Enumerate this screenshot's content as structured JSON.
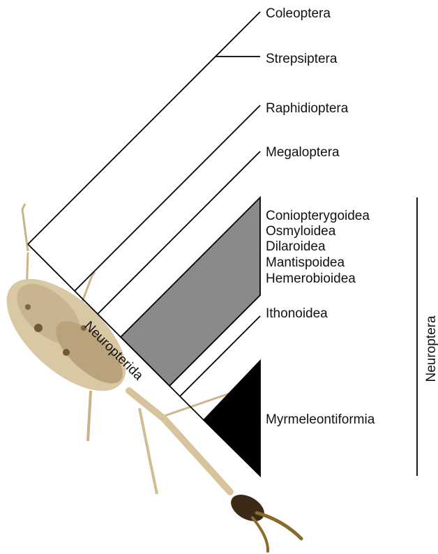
{
  "tree": {
    "taxa": [
      {
        "key": "coleoptera",
        "label": "Coleoptera"
      },
      {
        "key": "strepsiptera",
        "label": "Strepsiptera"
      },
      {
        "key": "raphidioptera",
        "label": "Raphidioptera"
      },
      {
        "key": "megaloptera",
        "label": "Megaloptera"
      },
      {
        "key": "coniopterygoidea",
        "label": "Coniopterygoidea"
      },
      {
        "key": "osmyloidea",
        "label": "Osmyloidea"
      },
      {
        "key": "dilaroidea",
        "label": "Dilaroidea"
      },
      {
        "key": "mantispoidea",
        "label": "Mantispoidea"
      },
      {
        "key": "hemerobioidea",
        "label": "Hemerobioidea"
      },
      {
        "key": "ithonoidea",
        "label": "Ithonoidea"
      },
      {
        "key": "myrmeleontiformia",
        "label": "Myrmeleontiformia"
      }
    ],
    "clade_labels": {
      "neuropterida": "Neuropterida",
      "neuroptera": "Neuroptera"
    },
    "colors": {
      "branch": "#000000",
      "collapsed_clade_gray": "#8a8a8a",
      "collapsed_clade_black": "#000000"
    },
    "illustration": "antlion-larva"
  }
}
